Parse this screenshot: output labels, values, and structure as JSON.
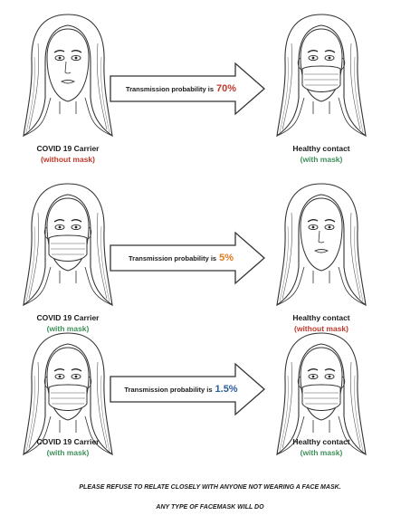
{
  "colors": {
    "red": "#c0392b",
    "green": "#3f8f5a",
    "orange": "#e07a20",
    "blue": "#2b5d9a"
  },
  "label_transmission": "Transmission probability is",
  "rows": [
    {
      "left": {
        "title": "COVID 19 Carrier",
        "sub": "(without mask)",
        "sub_color": "red",
        "mask": false
      },
      "right": {
        "title": "Healthy contact",
        "sub": "(with mask)",
        "sub_color": "green",
        "mask": true
      },
      "probability": "70%",
      "prob_color": "red"
    },
    {
      "left": {
        "title": "COVID 19 Carrier",
        "sub": "(with mask)",
        "sub_color": "green",
        "mask": true
      },
      "right": {
        "title": "Healthy contact",
        "sub": "(without mask)",
        "sub_color": "red",
        "mask": false
      },
      "probability": "5%",
      "prob_color": "orange"
    },
    {
      "left": {
        "title": "COVID 19 Carrier",
        "sub": "(with mask)",
        "sub_color": "green",
        "mask": true
      },
      "right": {
        "title": "Healthy contact",
        "sub": "(with mask)",
        "sub_color": "green",
        "mask": true
      },
      "probability": "1.5%",
      "prob_color": "blue"
    }
  ],
  "footer": {
    "line1": "PLEASE REFUSE TO RELATE CLOSELY WITH ANYONE NOT WEARING A FACE MASK.",
    "line2": "ANY TYPE OF FACEMASK WILL DO"
  }
}
